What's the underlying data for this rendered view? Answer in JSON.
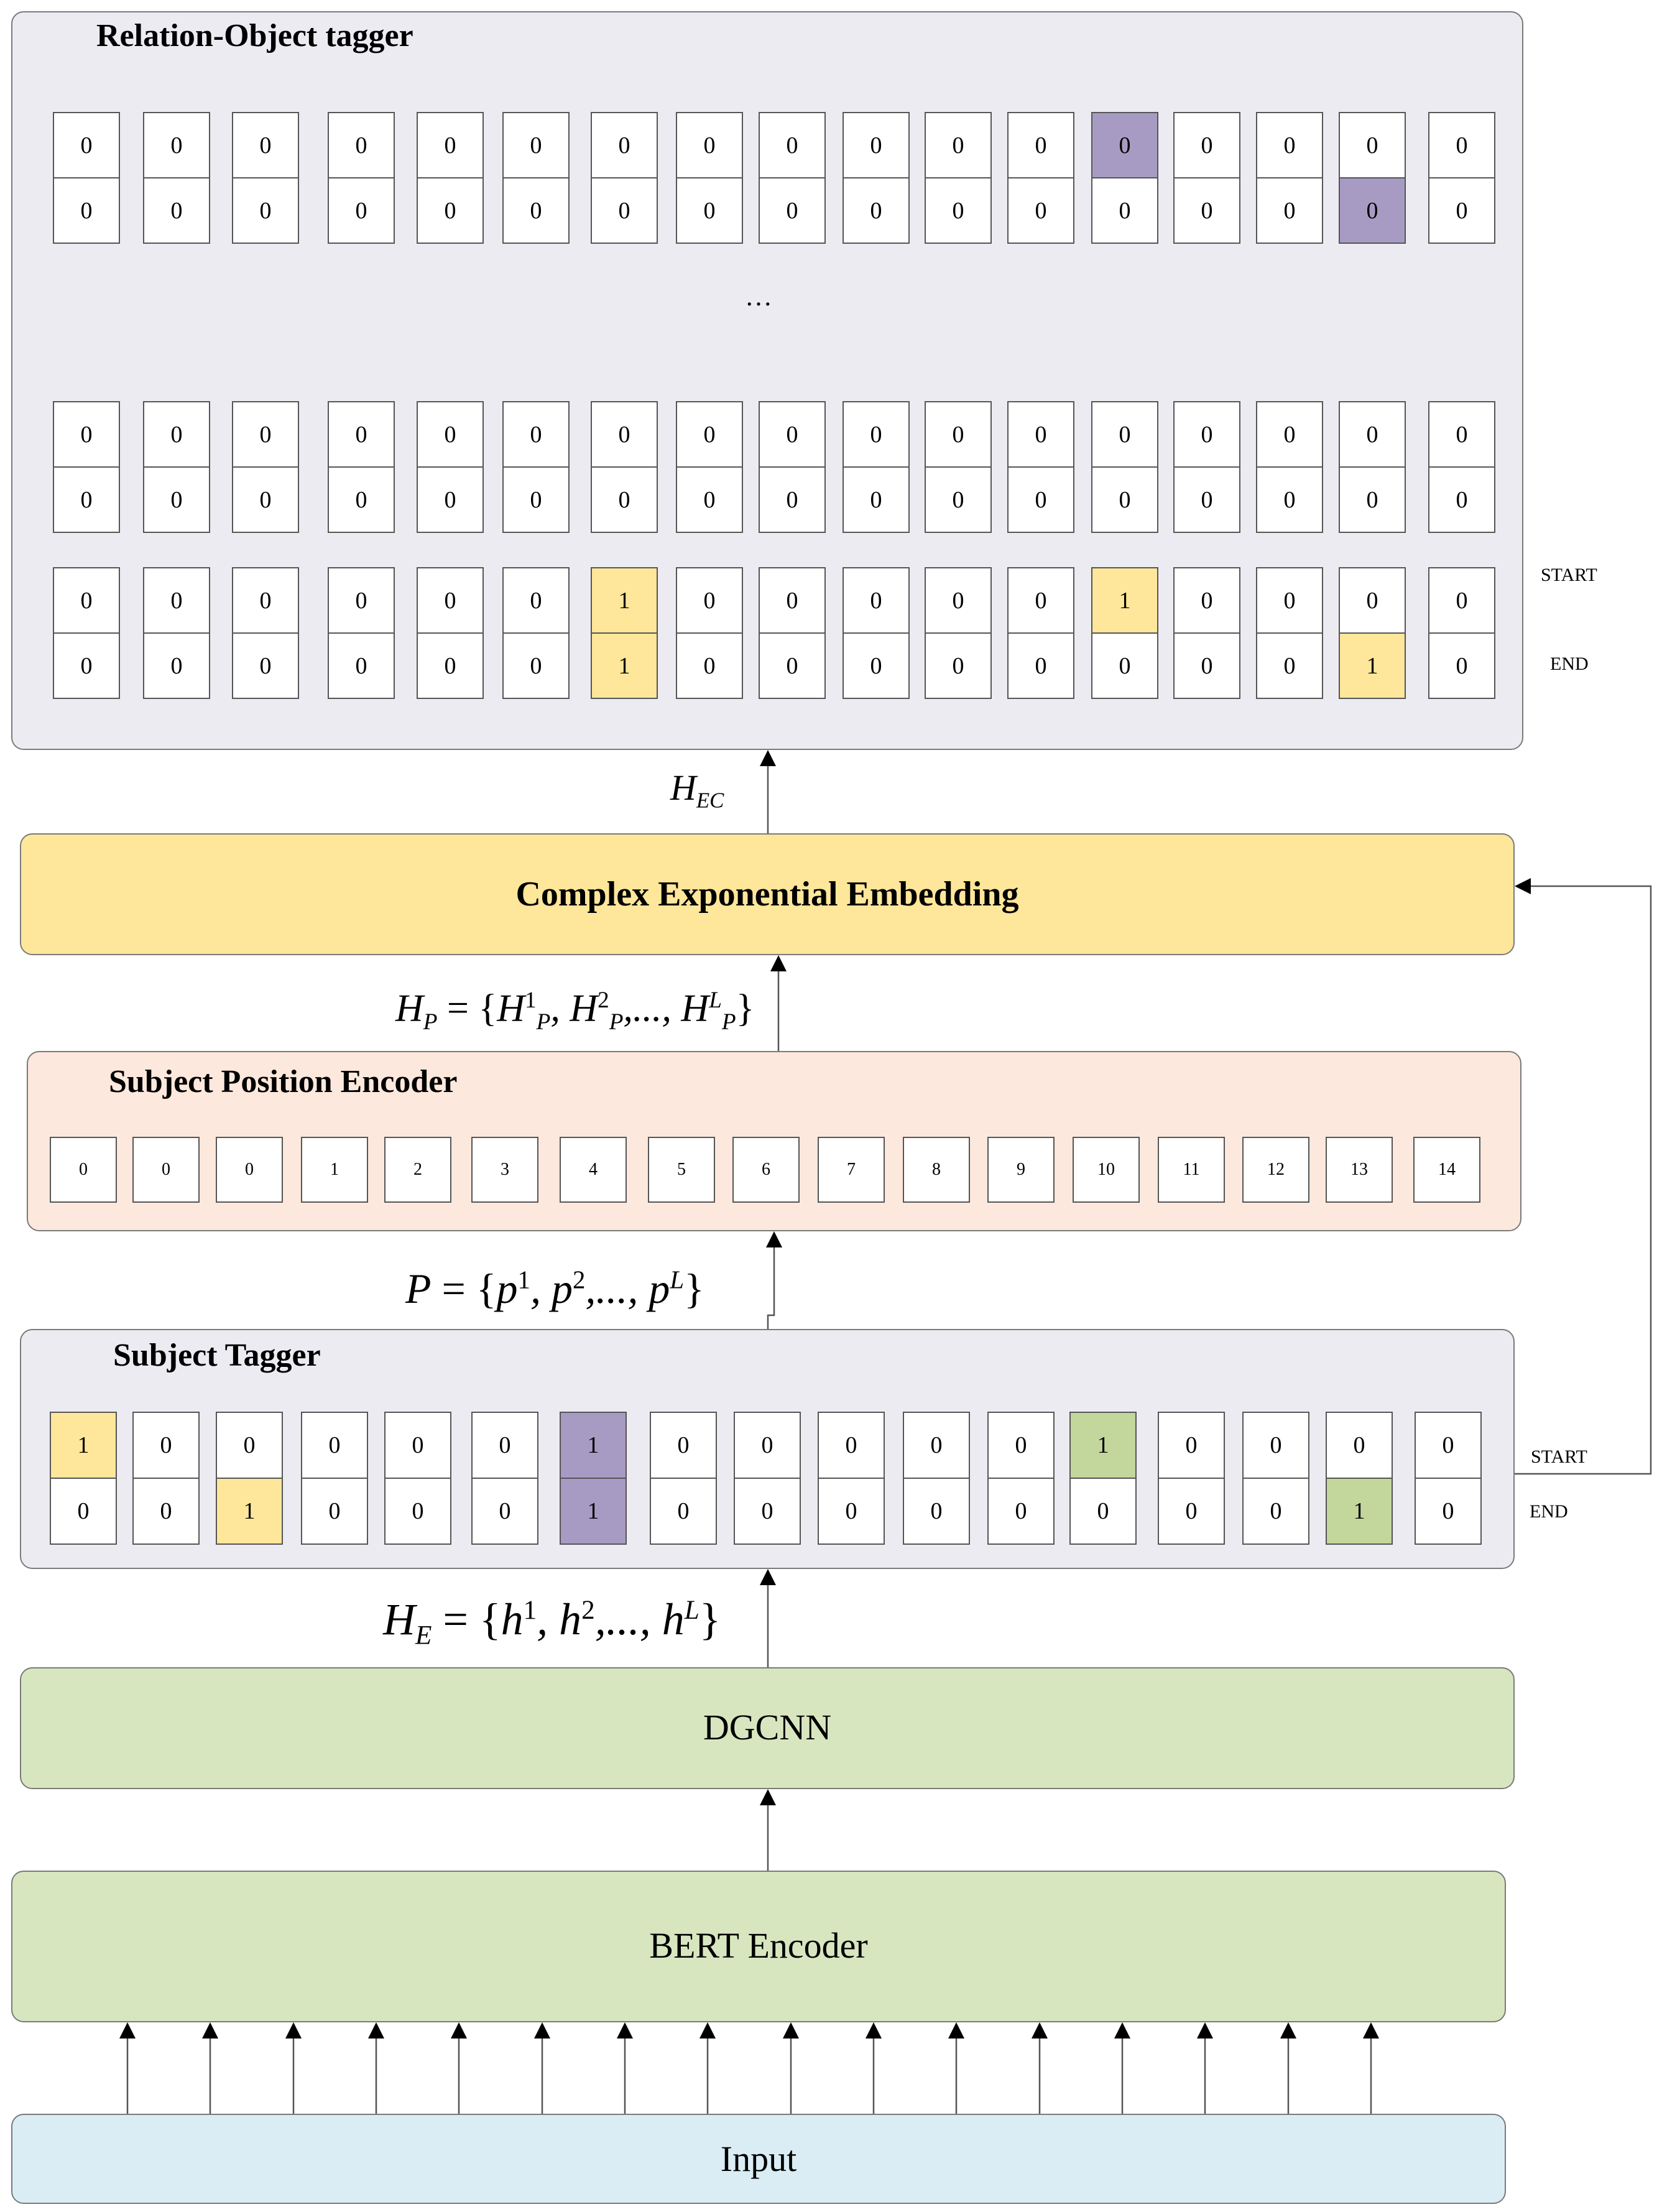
{
  "relation_object_tagger": {
    "title": "Relation-Object tagger",
    "ellipsis": "…",
    "start_label": "START",
    "end_label": "END",
    "groups": [
      {
        "start": [
          "0",
          "0",
          "0",
          "0",
          "0",
          "0",
          "0",
          "0",
          "0",
          "0",
          "0",
          "0",
          "0",
          "0",
          "0",
          "0",
          "0"
        ],
        "end": [
          "0",
          "0",
          "0",
          "0",
          "0",
          "0",
          "0",
          "0",
          "0",
          "0",
          "0",
          "0",
          "0",
          "0",
          "0",
          "0",
          "0"
        ],
        "start_highlight": {
          "12": "purple"
        },
        "end_highlight": {
          "15": "purple"
        }
      },
      {
        "start": [
          "0",
          "0",
          "0",
          "0",
          "0",
          "0",
          "0",
          "0",
          "0",
          "0",
          "0",
          "0",
          "0",
          "0",
          "0",
          "0",
          "0"
        ],
        "end": [
          "0",
          "0",
          "0",
          "0",
          "0",
          "0",
          "0",
          "0",
          "0",
          "0",
          "0",
          "0",
          "0",
          "0",
          "0",
          "0",
          "0"
        ],
        "start_highlight": {},
        "end_highlight": {}
      },
      {
        "start": [
          "0",
          "0",
          "0",
          "0",
          "0",
          "0",
          "1",
          "0",
          "0",
          "0",
          "0",
          "0",
          "1",
          "0",
          "0",
          "0",
          "0"
        ],
        "end": [
          "0",
          "0",
          "0",
          "0",
          "0",
          "0",
          "1",
          "0",
          "0",
          "0",
          "0",
          "0",
          "0",
          "0",
          "0",
          "1",
          "0"
        ],
        "start_highlight": {
          "6": "yellow",
          "12": "yellow"
        },
        "end_highlight": {
          "6": "yellow",
          "15": "yellow"
        }
      }
    ]
  },
  "h_ec": {
    "base": "H",
    "sub": "EC"
  },
  "complex_embedding": {
    "label": "Complex Exponential Embedding"
  },
  "h_p": {
    "lhs": "H",
    "lhs_sub": "P",
    "eq": " = {",
    "t1": "H",
    "t1_sup": "1",
    "t1_sub": "P",
    "t2": ", H",
    "t2_sup": "2",
    "t2_sub": "P",
    "mid": ",..., H",
    "tl_sup": "L",
    "tl_sub": "P",
    "close": "}"
  },
  "subject_position_encoder": {
    "title": "Subject Position Encoder",
    "cells": [
      "0",
      "0",
      "0",
      "1",
      "2",
      "3",
      "4",
      "5",
      "6",
      "7",
      "8",
      "9",
      "10",
      "11",
      "12",
      "13",
      "14"
    ]
  },
  "p_formula": {
    "lhs": "P",
    "eq": " = {",
    "t1": "p",
    "t1_sup": "1",
    "t2": ", p",
    "t2_sup": "2",
    "mid": ",..., p",
    "tl_sup": "L",
    "close": "}"
  },
  "subject_tagger": {
    "title": "Subject Tagger",
    "start_label": "START",
    "end_label": "END",
    "start": [
      "1",
      "0",
      "0",
      "0",
      "0",
      "0",
      "1",
      "0",
      "0",
      "0",
      "0",
      "0",
      "1",
      "0",
      "0",
      "0",
      "0"
    ],
    "end": [
      "0",
      "0",
      "1",
      "0",
      "0",
      "0",
      "1",
      "0",
      "0",
      "0",
      "0",
      "0",
      "0",
      "0",
      "0",
      "1",
      "0"
    ],
    "start_highlight": {
      "0": "yellow",
      "6": "purple",
      "12": "green"
    },
    "end_highlight": {
      "2": "yellow",
      "6": "purple",
      "15": "green"
    }
  },
  "h_e": {
    "lhs": "H",
    "lhs_sub": "E",
    "eq": " = {",
    "t1": "h",
    "t1_sup": "1",
    "t2": ", h",
    "t2_sup": "2",
    "mid": ",..., h",
    "tl_sup": "L",
    "close": "}"
  },
  "dgcnn": {
    "label": "DGCNN"
  },
  "bert": {
    "label": "BERT Encoder"
  },
  "input": {
    "label": "Input"
  },
  "colors": {
    "yellow": "#fee69a",
    "purple": "#a89bc3",
    "green": "#c3d69b",
    "lavender": "#edebf2",
    "peach": "#fce8dc",
    "light_green": "#d8e6c0",
    "light_blue": "#daedf4"
  }
}
